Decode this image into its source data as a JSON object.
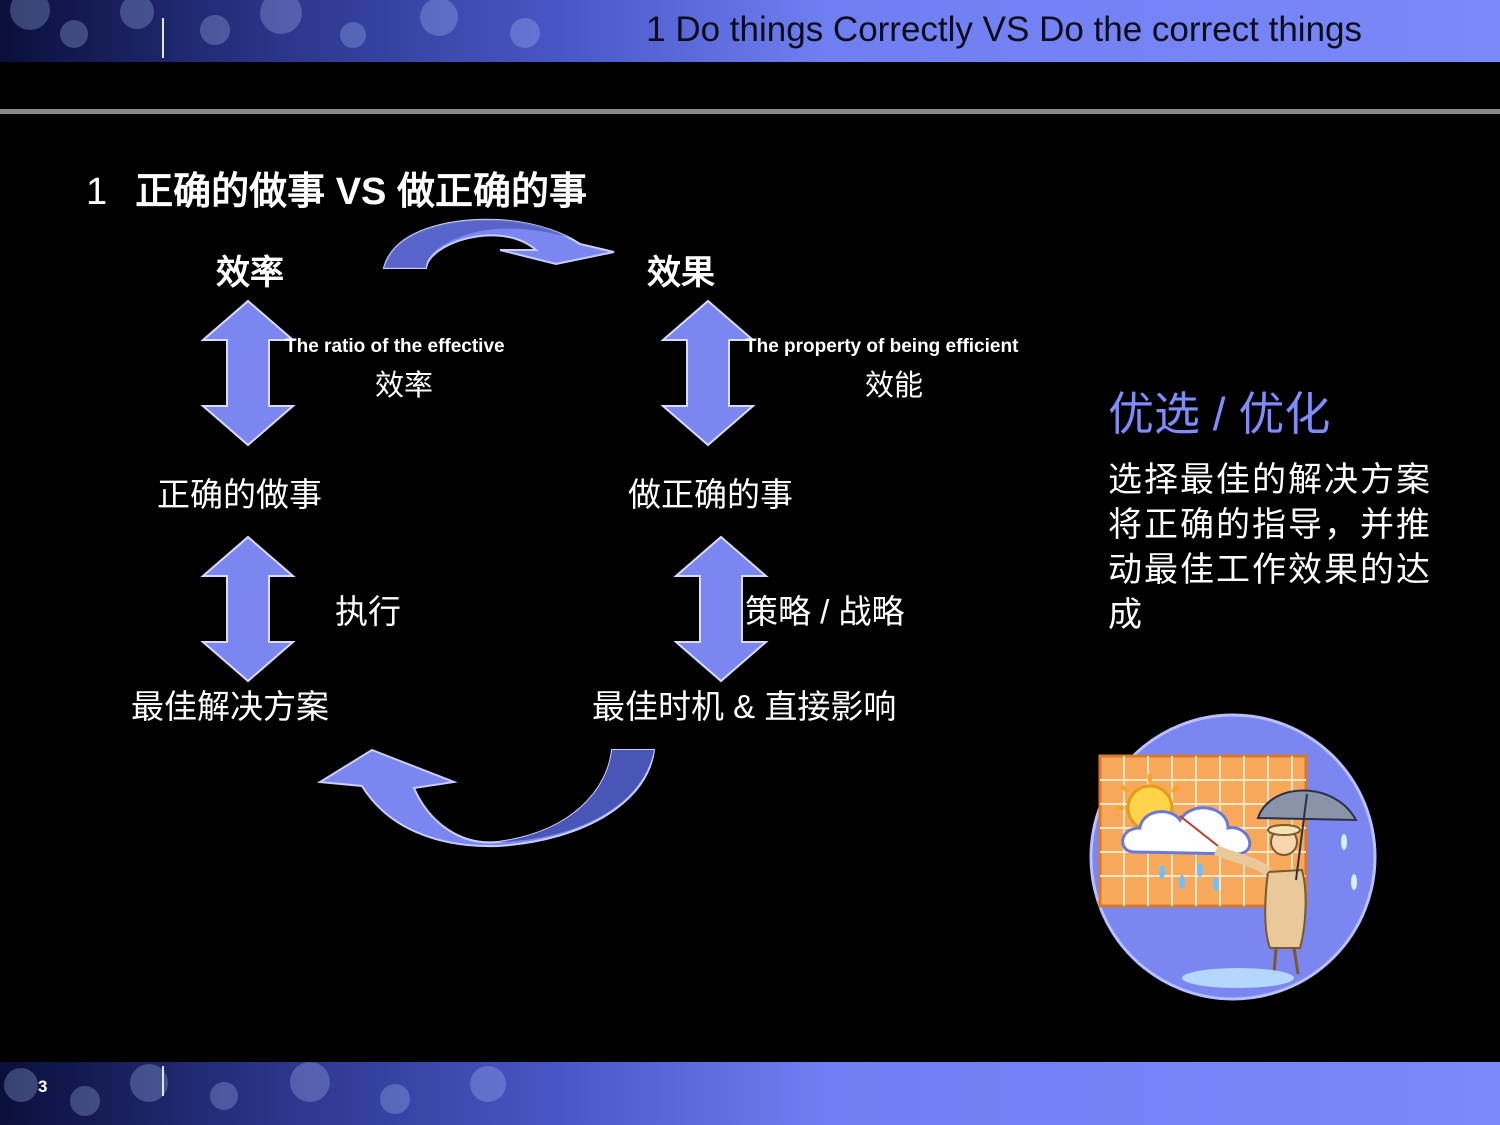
{
  "header": {
    "title": "1  Do things Correctly VS Do the correct things"
  },
  "heading": {
    "number": "1",
    "text": "正确的做事  VS  做正确的事"
  },
  "diagram": {
    "efficiency_label": "效率",
    "effect_label": "效果",
    "left_def_en": "The ratio of the effective",
    "left_def_cn": "效率",
    "right_def_en": "The property of being efficient",
    "right_def_cn": "效能",
    "left_middle": "正确的做事",
    "right_middle": "做正确的事",
    "left_link": "执行",
    "right_link": "策略 / 战略",
    "left_bottom": "最佳解决方案",
    "right_bottom": "最佳时机 & 直接影响"
  },
  "sidebar": {
    "title": "优选 / 优化",
    "text": "选择最佳的解决方案将正确的指导，并推动最佳工作效果的达成"
  },
  "footer": {
    "page_number": "3"
  },
  "colors": {
    "arrow_fill": "#7b86f0",
    "arrow_dark": "#4a55b8",
    "accent_text": "#7f8cff",
    "bar": "#7a88fa"
  },
  "icons": {
    "picture": "weather-forecaster-illustration"
  }
}
